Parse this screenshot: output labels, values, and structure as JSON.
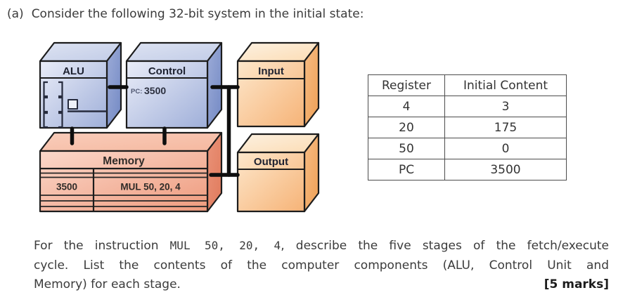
{
  "question": {
    "part_label": "(a)",
    "intro": "Consider the following 32-bit system in the initial state:",
    "body_line1_pre": "For the instruction ",
    "body_line1_code": "MUL 50, 20, 4",
    "body_line1_post": ", describe the five stages of the fetch/execute",
    "body_line2": "cycle.  List the contents of the computer components (ALU, Control Unit and",
    "body_line3": "Memory) for each stage.",
    "marks": "[5 marks]"
  },
  "diagram": {
    "alu": {
      "label": "ALU"
    },
    "control": {
      "label": "Control",
      "pc_label": "PC:",
      "pc_value": "3500"
    },
    "input": {
      "label": "Input"
    },
    "output": {
      "label": "Output"
    },
    "memory": {
      "label": "Memory",
      "address": "3500",
      "instruction": "MUL 50, 20, 4"
    },
    "colors": {
      "cpu_box": "#b7c2e4",
      "io_box": "#fbd0a2",
      "memory_box": "#f5ab95",
      "bus": "#0e0e0e"
    }
  },
  "register_table": {
    "headers": [
      "Register",
      "Initial Content"
    ],
    "rows": [
      [
        "4",
        "3"
      ],
      [
        "20",
        "175"
      ],
      [
        "50",
        "0"
      ],
      [
        "PC",
        "3500"
      ]
    ]
  }
}
